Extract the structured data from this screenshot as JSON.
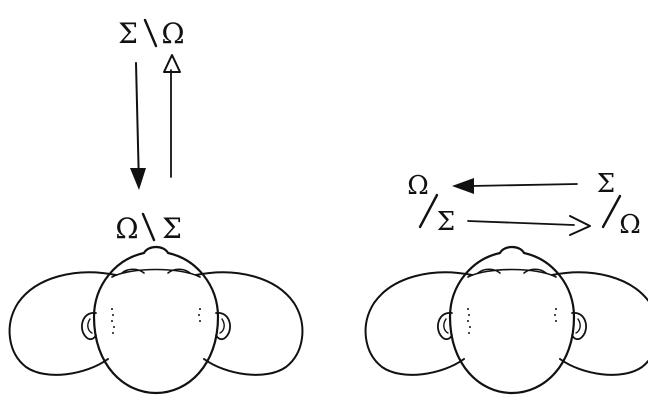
{
  "left_panel": {
    "top_fraction": {
      "numerator": "Σ",
      "denominator": "Ω"
    },
    "bottom_fraction": {
      "numerator": "Ω",
      "denominator": "Σ"
    },
    "arrow_down": "arrow-down-icon",
    "arrow_up": "arrow-up-icon"
  },
  "right_panel": {
    "left_fraction": {
      "numerator": "Ω",
      "denominator": "Σ"
    },
    "right_fraction": {
      "numerator": "Σ",
      "denominator": "Ω"
    },
    "arrow_left": "arrow-left-icon",
    "arrow_right": "arrow-right-icon"
  },
  "colors": {
    "ink": "#111111",
    "paper": "#ffffff"
  }
}
